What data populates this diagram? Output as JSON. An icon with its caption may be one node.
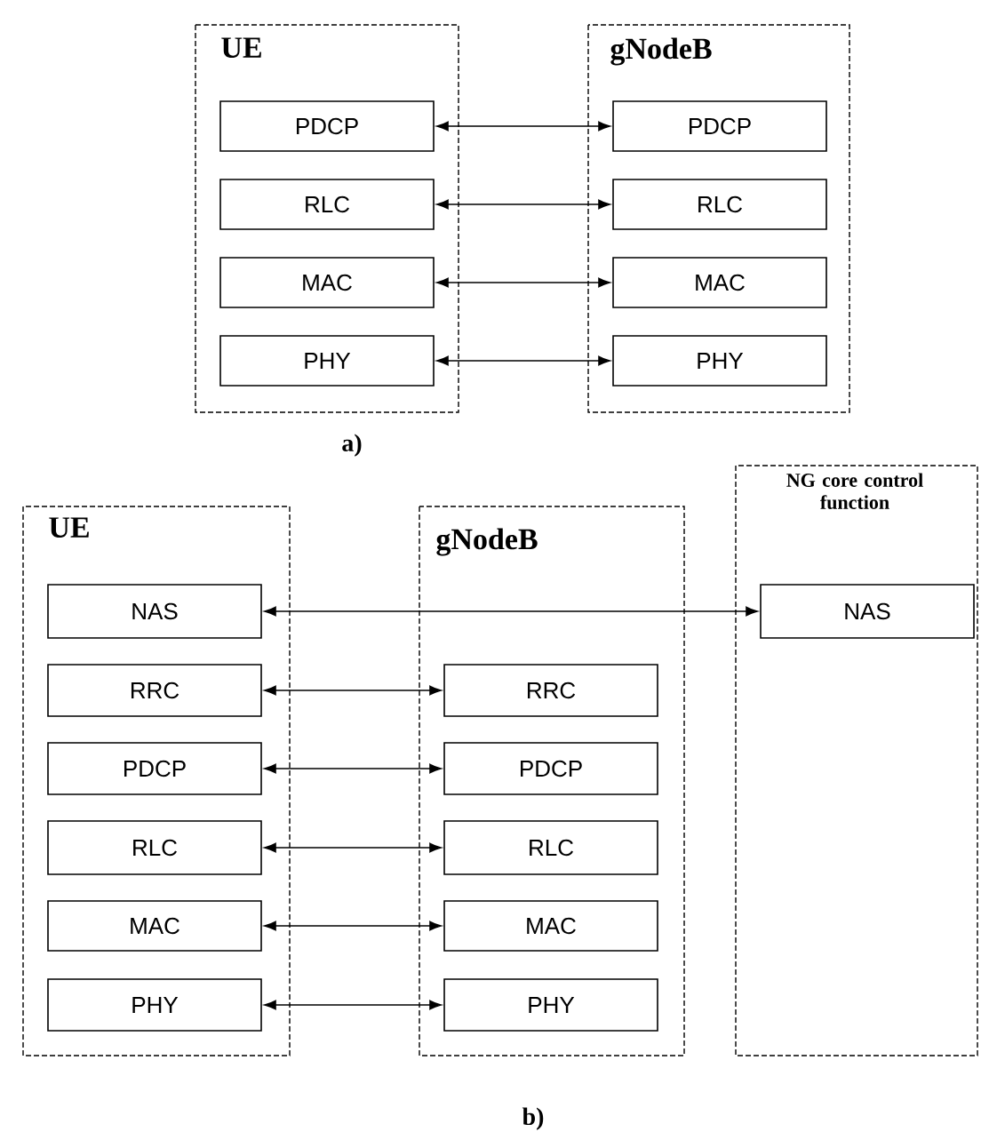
{
  "diagram": {
    "nodes": [
      {
        "text": [
          "UE"
        ]
      },
      {
        "text": [
          "PDCP"
        ],
        "in": 0
      },
      {
        "text": [
          "RLC"
        ],
        "in": 0
      },
      {
        "text": [
          "MAC"
        ],
        "in": 0
      },
      {
        "text": [
          "PHY"
        ],
        "in": 0
      },
      {
        "text": [
          "gNodeB"
        ]
      },
      {
        "text": [
          "PDCP"
        ],
        "in": 5
      },
      {
        "text": [
          "RLC"
        ],
        "in": 5
      },
      {
        "text": [
          "MAC"
        ],
        "in": 5
      },
      {
        "text": [
          "PHY"
        ],
        "in": 5
      },
      {
        "text": [
          "UE"
        ]
      },
      {
        "text": [
          "NAS"
        ],
        "in": 10
      },
      {
        "text": [
          "RRC"
        ],
        "in": 10
      },
      {
        "text": [
          "PDCP"
        ],
        "in": 10
      },
      {
        "text": [
          "RLC"
        ],
        "in": 10
      },
      {
        "text": [
          "MAC"
        ],
        "in": 10
      },
      {
        "text": [
          "PHY"
        ],
        "in": 10
      },
      {
        "text": [
          "gNodeB"
        ]
      },
      {
        "text": [
          "RRC"
        ],
        "in": 17
      },
      {
        "text": [
          "PDCP"
        ],
        "in": 17
      },
      {
        "text": [
          "RLC"
        ],
        "in": 17
      },
      {
        "text": [
          "MAC"
        ],
        "in": 17
      },
      {
        "text": [
          "PHY"
        ],
        "in": 17
      },
      {
        "text": [
          "NG core control function"
        ]
      },
      {
        "text": [
          "NAS"
        ],
        "in": 23
      }
    ],
    "edges": [
      {
        "from": 1,
        "to": 6,
        "arrow": "both"
      },
      {
        "from": 2,
        "to": 7,
        "arrow": "both"
      },
      {
        "from": 3,
        "to": 8,
        "arrow": "both"
      },
      {
        "from": 4,
        "to": 9,
        "arrow": "both"
      },
      {
        "from": 11,
        "to": 24,
        "arrow": "both"
      },
      {
        "from": 12,
        "to": 18,
        "arrow": "both"
      },
      {
        "from": 13,
        "to": 19,
        "arrow": "both"
      },
      {
        "from": 14,
        "to": 20,
        "arrow": "both"
      },
      {
        "from": 15,
        "to": 21,
        "arrow": "both"
      },
      {
        "from": 16,
        "to": 22,
        "arrow": "both"
      }
    ],
    "labels": [
      "a)",
      "b)"
    ]
  }
}
